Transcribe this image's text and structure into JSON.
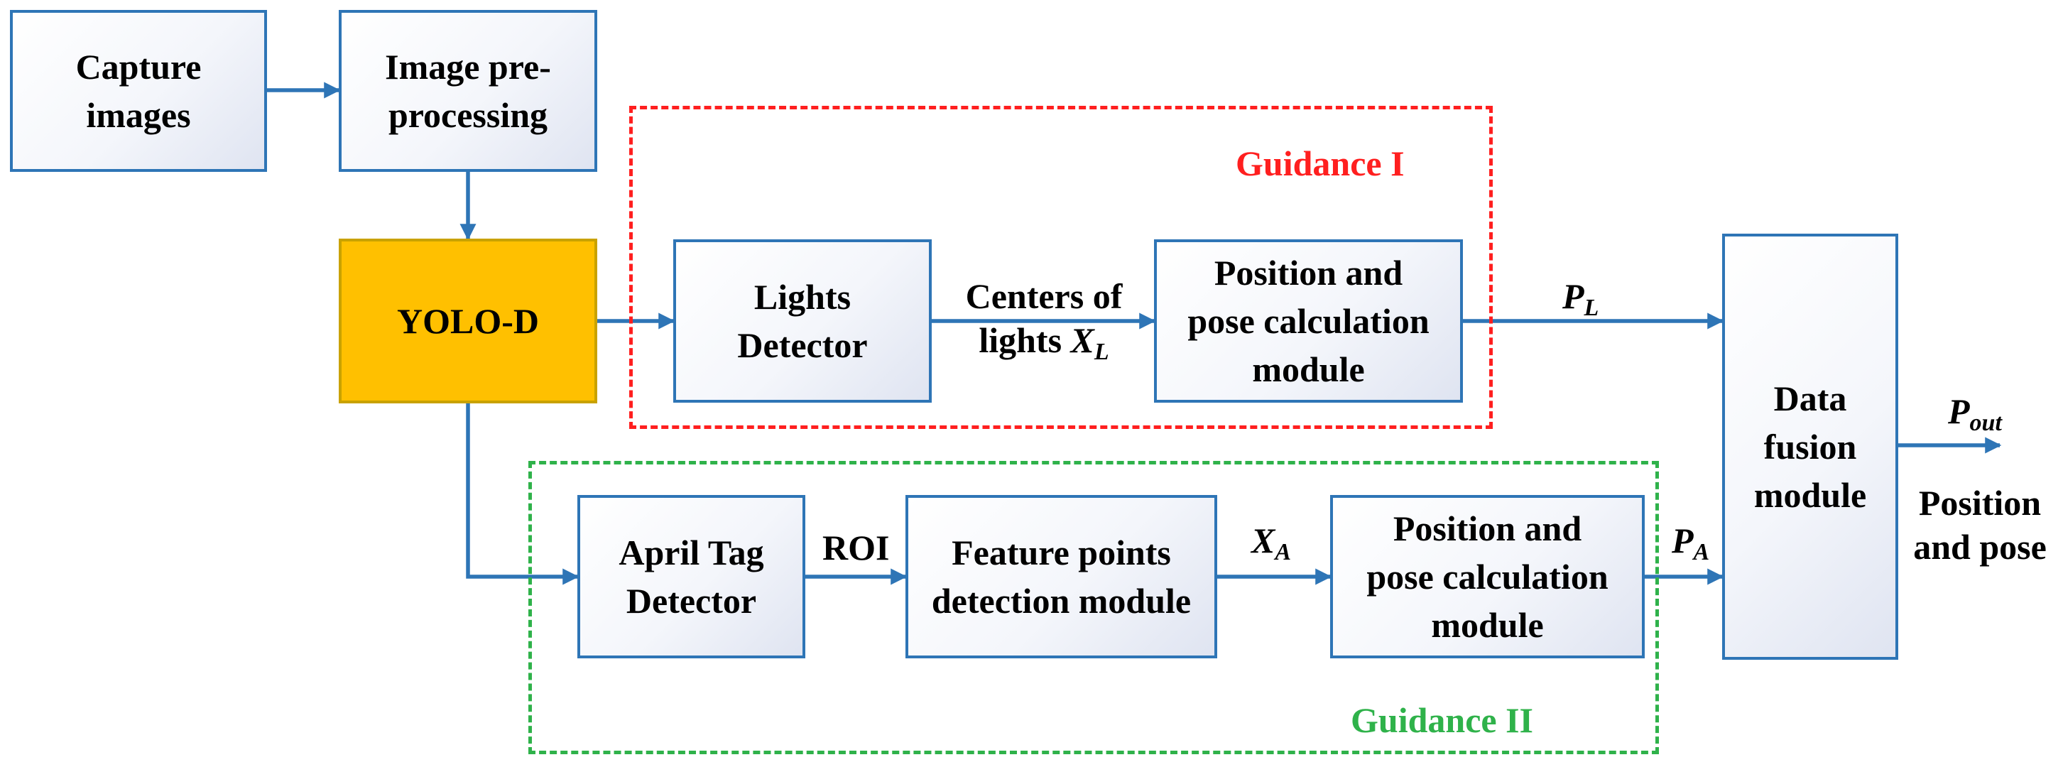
{
  "boxes": {
    "capture": [
      "Capture",
      "images"
    ],
    "preprocess": [
      "Image pre-",
      "processing"
    ],
    "yolo": "YOLO-D",
    "lights": [
      "Lights",
      "Detector"
    ],
    "pose1": [
      "Position and",
      "pose calculation",
      "module"
    ],
    "fusion": [
      "Data",
      "fusion",
      "module"
    ],
    "april": [
      "April Tag",
      "Detector"
    ],
    "feature": [
      "Feature points",
      "detection module"
    ],
    "pose2": [
      "Position and",
      "pose calculation",
      "module"
    ]
  },
  "groups": {
    "guidance1": "Guidance I",
    "guidance2": "Guidance II"
  },
  "labels": {
    "centers_line1": "Centers of",
    "centers_line2": "lights ",
    "xl_symbol": "X",
    "xl_sub": "L",
    "pl_symbol": "P",
    "pl_sub": "L",
    "roi": "ROI",
    "xa_symbol": "X",
    "xa_sub": "A",
    "pa_symbol": "P",
    "pa_sub": "A",
    "pout_symbol": "P",
    "pout_sub": "out",
    "output_line1": "Position",
    "output_line2": "and pose"
  },
  "colors": {
    "arrow": "#2e75b6",
    "box_border": "#2e75b6",
    "yolo_fill": "#ffc000",
    "guidance1": "#ff1f1f",
    "guidance2": "#2fb24a"
  }
}
